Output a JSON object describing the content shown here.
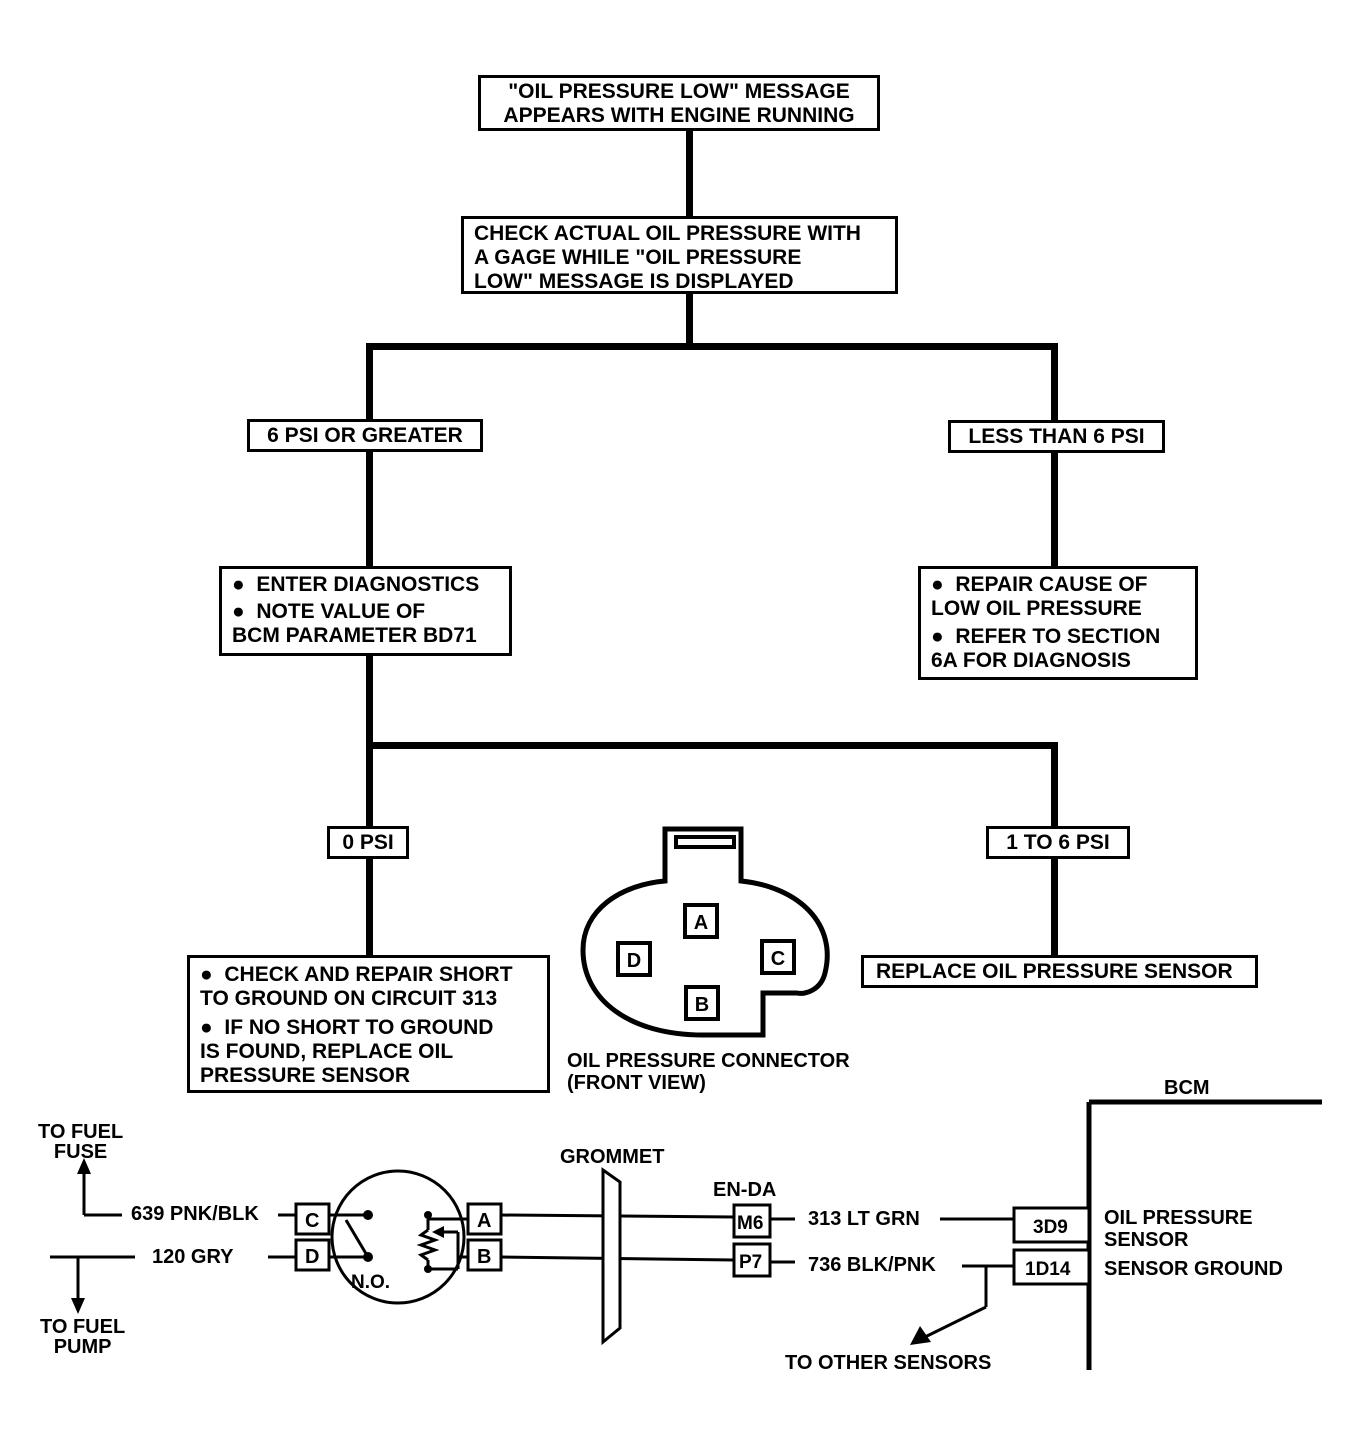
{
  "flowchart": {
    "start": [
      "\"OIL PRESSURE LOW\" MESSAGE",
      "APPEARS WITH ENGINE RUNNING"
    ],
    "check": [
      "CHECK ACTUAL OIL PRESSURE WITH",
      "A GAGE WHILE \"OIL PRESSURE",
      "LOW\" MESSAGE IS DISPLAYED"
    ],
    "branch_high": "6 PSI OR GREATER",
    "branch_low": "LESS THAN 6 PSI",
    "diag": [
      "ENTER DIAGNOSTICS",
      "NOTE VALUE OF",
      "BCM PARAMETER BD71"
    ],
    "repair": [
      "REPAIR  CAUSE OF",
      "LOW OIL PRESSURE",
      "REFER TO SECTION",
      "6A FOR DIAGNOSIS"
    ],
    "branch_zero": "0 PSI",
    "branch_mid": "1 TO 6 PSI",
    "short": [
      "CHECK AND REPAIR SHORT",
      "TO GROUND ON CIRCUIT 313",
      "IF NO SHORT TO GROUND",
      "IS FOUND, REPLACE OIL",
      "PRESSURE SENSOR"
    ],
    "replace": "REPLACE OIL PRESSURE SENSOR"
  },
  "connector": {
    "pins": [
      "A",
      "B",
      "C",
      "D"
    ],
    "caption_1": "OIL PRESSURE CONNECTOR",
    "caption_2": "(FRONT VIEW)"
  },
  "schematic": {
    "fuse_1": "TO FUEL",
    "fuse_2": "FUSE",
    "pump_1": "TO FUEL",
    "pump_2": "PUMP",
    "wire_pnk": "639 PNK/BLK",
    "wire_gry": "120 GRY",
    "pin_c": "C",
    "pin_d": "D",
    "pin_a": "A",
    "pin_b": "B",
    "switch_label": "N.O.",
    "grommet": "GROMMET",
    "enda": "EN-DA",
    "m6": "M6",
    "p7": "P7",
    "wire_313": "313 LT GRN",
    "wire_736": "736 BLK/PNK",
    "bcm": "BCM",
    "term_3d9": "3D9",
    "term_1d14": "1D14",
    "sensor_1": "OIL PRESSURE",
    "sensor_2": "SENSOR",
    "ground": "SENSOR GROUND",
    "others": "TO OTHER SENSORS"
  }
}
